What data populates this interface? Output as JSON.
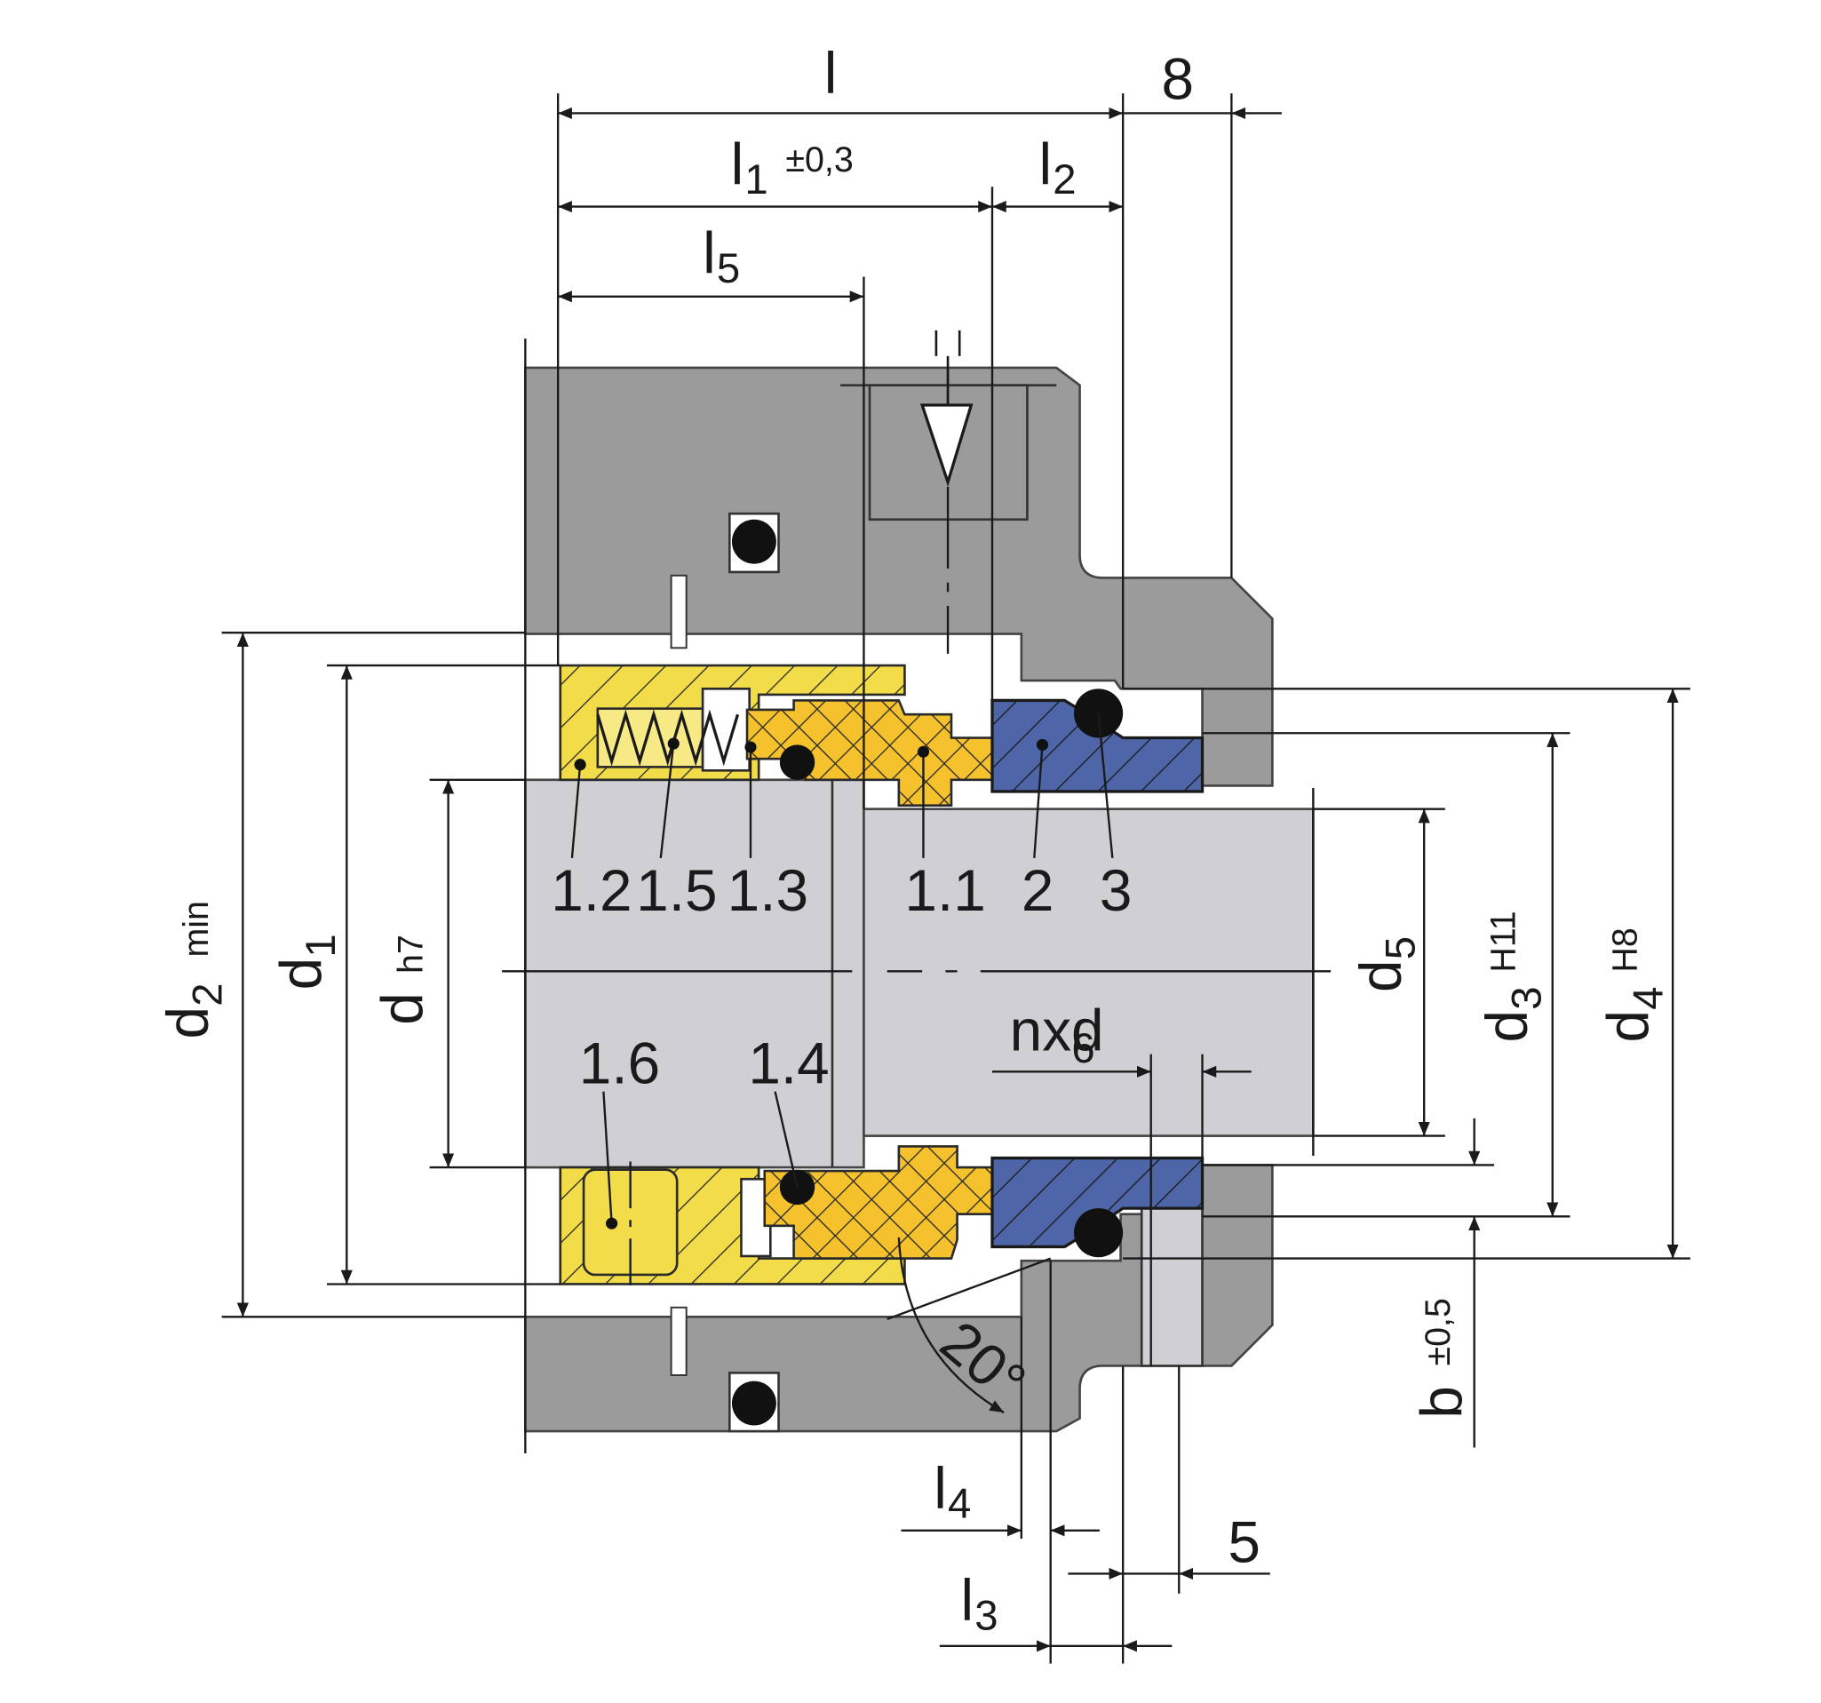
{
  "figure": {
    "colors": {
      "housing": "#9b9b9b",
      "shaft": "#d0d0d4",
      "rotating_unit": "#f2dc4a",
      "seal_face": "#f5c22d",
      "seat": "#4e65a8",
      "ink": "#1a1a1a"
    },
    "part_numbers": {
      "p1_2": "1.2",
      "p1_5": "1.5",
      "p1_3": "1.3",
      "p1_1": "1.1",
      "p2": "2",
      "p3": "3",
      "p1_6": "1.6",
      "p1_4": "1.4"
    },
    "dimensions": {
      "l": "l",
      "eight": "8",
      "l1": "l",
      "l1_sub": "1",
      "l1_tol": "±0,3",
      "l2": "l",
      "l2_sub": "2",
      "l5": "l",
      "l5_sub": "5",
      "d2": "d",
      "d2_sub": "2",
      "d2_sup": "min",
      "d1": "d",
      "d1_sub": "1",
      "d": "d",
      "d_sup": "h7",
      "d5": "d",
      "d5_sub": "5",
      "d3": "d",
      "d3_sub": "3",
      "d3_sup": "H11",
      "d4": "d",
      "d4_sub": "4",
      "d4_sup": "H8",
      "nxd6": "nxd",
      "nxd6_sub": "6",
      "angle": "20°",
      "b": "b",
      "b_tol": "±0,5",
      "l4": "l",
      "l4_sub": "4",
      "five": "5",
      "l3": "l",
      "l3_sub": "3"
    }
  }
}
